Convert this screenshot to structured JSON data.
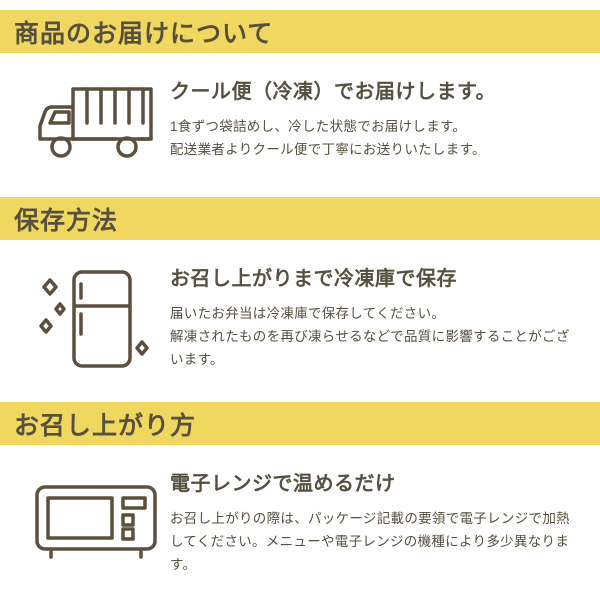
{
  "page": {
    "background": "#ffffff",
    "banner_bg": "#f0d75f",
    "text_color": "#57503e",
    "icon_color": "#5d4e3e"
  },
  "sections": [
    {
      "banner": "商品のお届けについて",
      "icon": "truck-icon",
      "heading": "クール便（冷凍）でお届けします。",
      "body": "1食ずつ袋詰めし、冷した状態でお届けします。\n配送業者よりクール便で丁寧にお送りいたします。"
    },
    {
      "banner": "保存方法",
      "icon": "refrigerator-icon",
      "heading": "お召し上がりまで冷凍庫で保存",
      "body": "届いたお弁当は冷凍庫で保存してください。\n解凍されたものを再び凍らせるなどで品質に影響することがございます。"
    },
    {
      "banner": "お召し上がり方",
      "icon": "microwave-icon",
      "heading": "電子レンジで温めるだけ",
      "body": "お召し上がりの際は、パッケージ記載の要領で電子レンジで加熱してください。メニューや電子レンジの機種により多少異なります。"
    }
  ]
}
